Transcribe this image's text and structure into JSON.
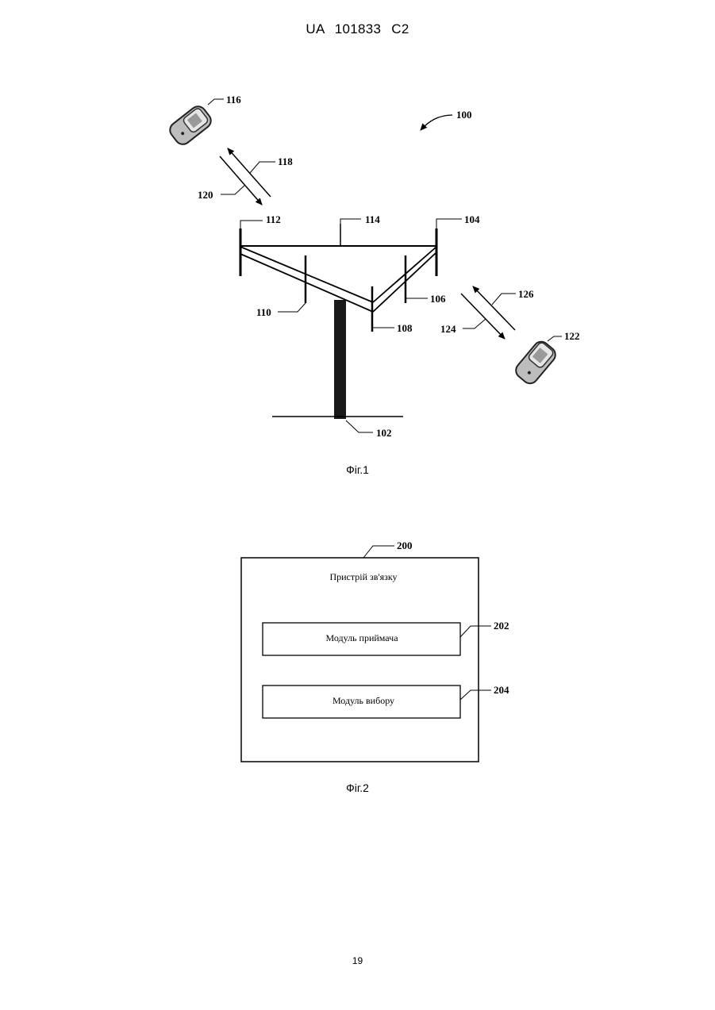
{
  "header": {
    "patent_number": "UA   101833   C2"
  },
  "figure1": {
    "caption": "Фіг.1",
    "refs": {
      "r100": "100",
      "r102": "102",
      "r104": "104",
      "r106": "106",
      "r108": "108",
      "r110": "110",
      "r112": "112",
      "r114": "114",
      "r116": "116",
      "r118": "118",
      "r120": "120",
      "r122": "122",
      "r124": "124",
      "r126": "126"
    }
  },
  "figure2": {
    "caption": "Фіг.2",
    "refs": {
      "r200": "200",
      "r202": "202",
      "r204": "204"
    },
    "device_label": "Пристрій зв'язку",
    "receiver_module_label": "Модуль приймача",
    "selection_module_label": "Модуль вибору"
  },
  "footer": {
    "page_number": "19"
  }
}
